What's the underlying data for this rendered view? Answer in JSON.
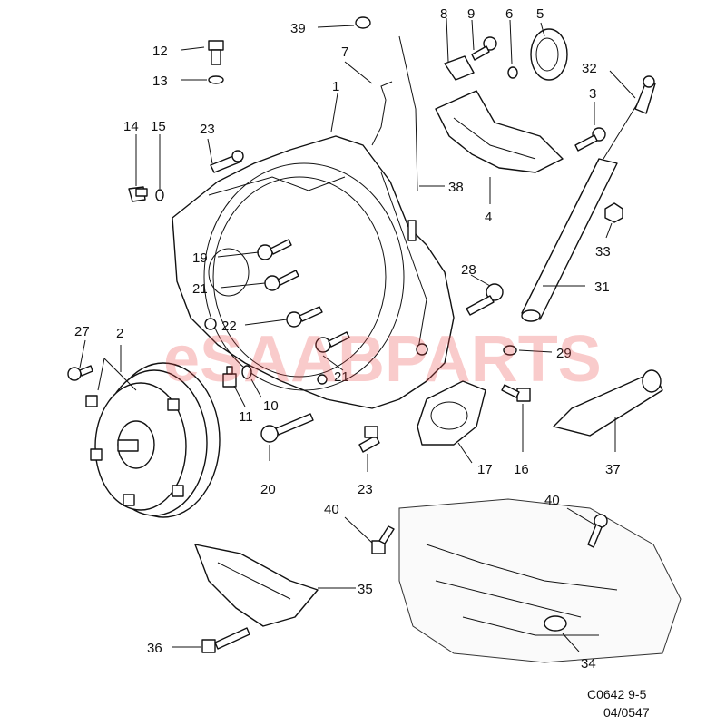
{
  "watermark": "eSAABPARTS",
  "drawing_code": "C0642 9-5",
  "drawing_date": "04/0547",
  "callouts": [
    "1",
    "2",
    "3",
    "4",
    "5",
    "6",
    "7",
    "8",
    "9",
    "10",
    "11",
    "12",
    "13",
    "14",
    "15",
    "16",
    "17",
    "19",
    "20",
    "21",
    "21",
    "21",
    "22",
    "23",
    "23",
    "27",
    "28",
    "29",
    "31",
    "32",
    "33",
    "34",
    "35",
    "36",
    "37",
    "38",
    "39",
    "40",
    "40"
  ],
  "colors": {
    "line": "#111111",
    "watermark": "#e84545",
    "background": "#ffffff"
  }
}
